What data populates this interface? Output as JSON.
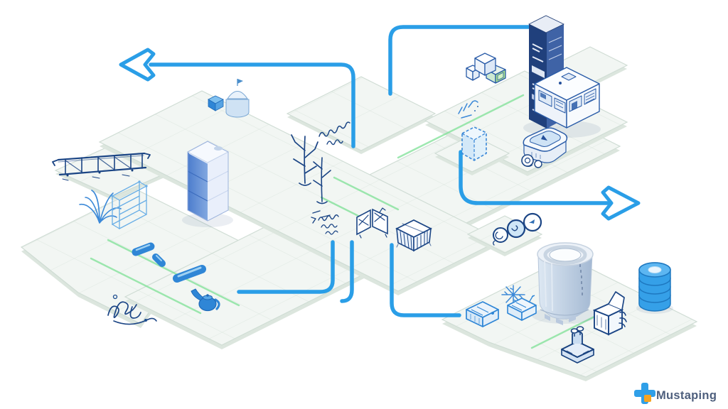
{
  "brand": {
    "name": "Mustaping"
  },
  "palette": {
    "background": "#ffffff",
    "flow_blue": "#2a9ee7",
    "sketch_navy": "#1b4585",
    "sketch_blue": "#3c89d8",
    "object_blue": "#2f86d6",
    "accent_green": "#7de096",
    "platform_fill": "#f2f6f3",
    "platform_edge": "#cfdcd4",
    "tower_navy": "#20407c",
    "brand_orange": "#f6a41f",
    "brand_text": "#4e5f7d"
  },
  "illustration": {
    "kind": "isometric-flow-map",
    "flow_arrows": [
      "arrow-left",
      "arrow-right",
      "line-top-center",
      "line-bottom-left",
      "line-bottom-hook",
      "line-bottom-right"
    ],
    "objects": [
      "dark-server-tower",
      "white-module-building",
      "stacked-cube-tower",
      "blue-cube",
      "tent-silo",
      "sketch-trees",
      "sketch-bridge-truss",
      "sketch-plant",
      "sketch-scaffold",
      "blue-capsules",
      "sketch-crate",
      "sketch-panels",
      "sketch-coins",
      "ice-cube",
      "white-machine",
      "stacked-cubes",
      "cooling-tower",
      "database-stack",
      "sketch-snowflake",
      "sketch-devices",
      "sketch-open-box",
      "sketch-joystick",
      "blue-teapot",
      "sketch-signature"
    ]
  }
}
